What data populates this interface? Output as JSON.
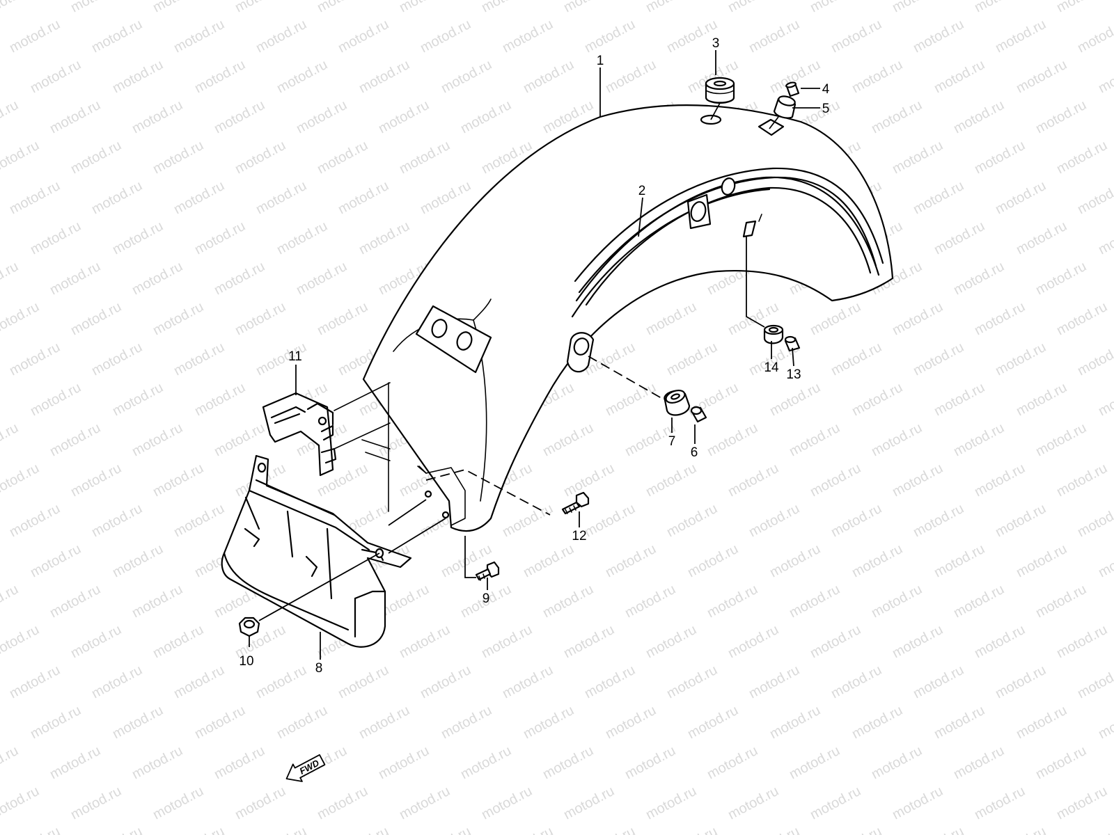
{
  "watermark": {
    "text": "motod.ru",
    "color": "#d9d9d9"
  },
  "callouts": [
    {
      "id": "1",
      "label": "1"
    },
    {
      "id": "2",
      "label": "2"
    },
    {
      "id": "3",
      "label": "3"
    },
    {
      "id": "4",
      "label": "4"
    },
    {
      "id": "5",
      "label": "5"
    },
    {
      "id": "6",
      "label": "6"
    },
    {
      "id": "7",
      "label": "7"
    },
    {
      "id": "8",
      "label": "8"
    },
    {
      "id": "9",
      "label": "9"
    },
    {
      "id": "10",
      "label": "10"
    },
    {
      "id": "11",
      "label": "11"
    },
    {
      "id": "12",
      "label": "12"
    },
    {
      "id": "13",
      "label": "13"
    },
    {
      "id": "14",
      "label": "14"
    }
  ],
  "direction_arrow": {
    "label": "FWD"
  }
}
